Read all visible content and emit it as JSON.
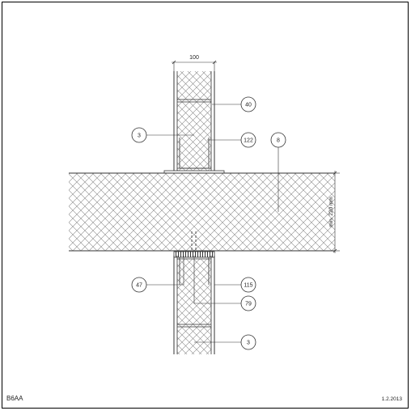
{
  "drawing": {
    "code": "B6AA",
    "date": "1.2.2013"
  },
  "dimensions": {
    "wall_width": "100",
    "slab_thickness": "min. 220 mm"
  },
  "callouts": {
    "c40": "40",
    "c3_upper": "3",
    "c122": "122",
    "c8": "8",
    "c47": "47",
    "c115": "115",
    "c79": "79",
    "c3_lower": "3"
  },
  "colors": {
    "line": "#333333",
    "hatch": "#8a8a8a",
    "frame": "#000000"
  }
}
